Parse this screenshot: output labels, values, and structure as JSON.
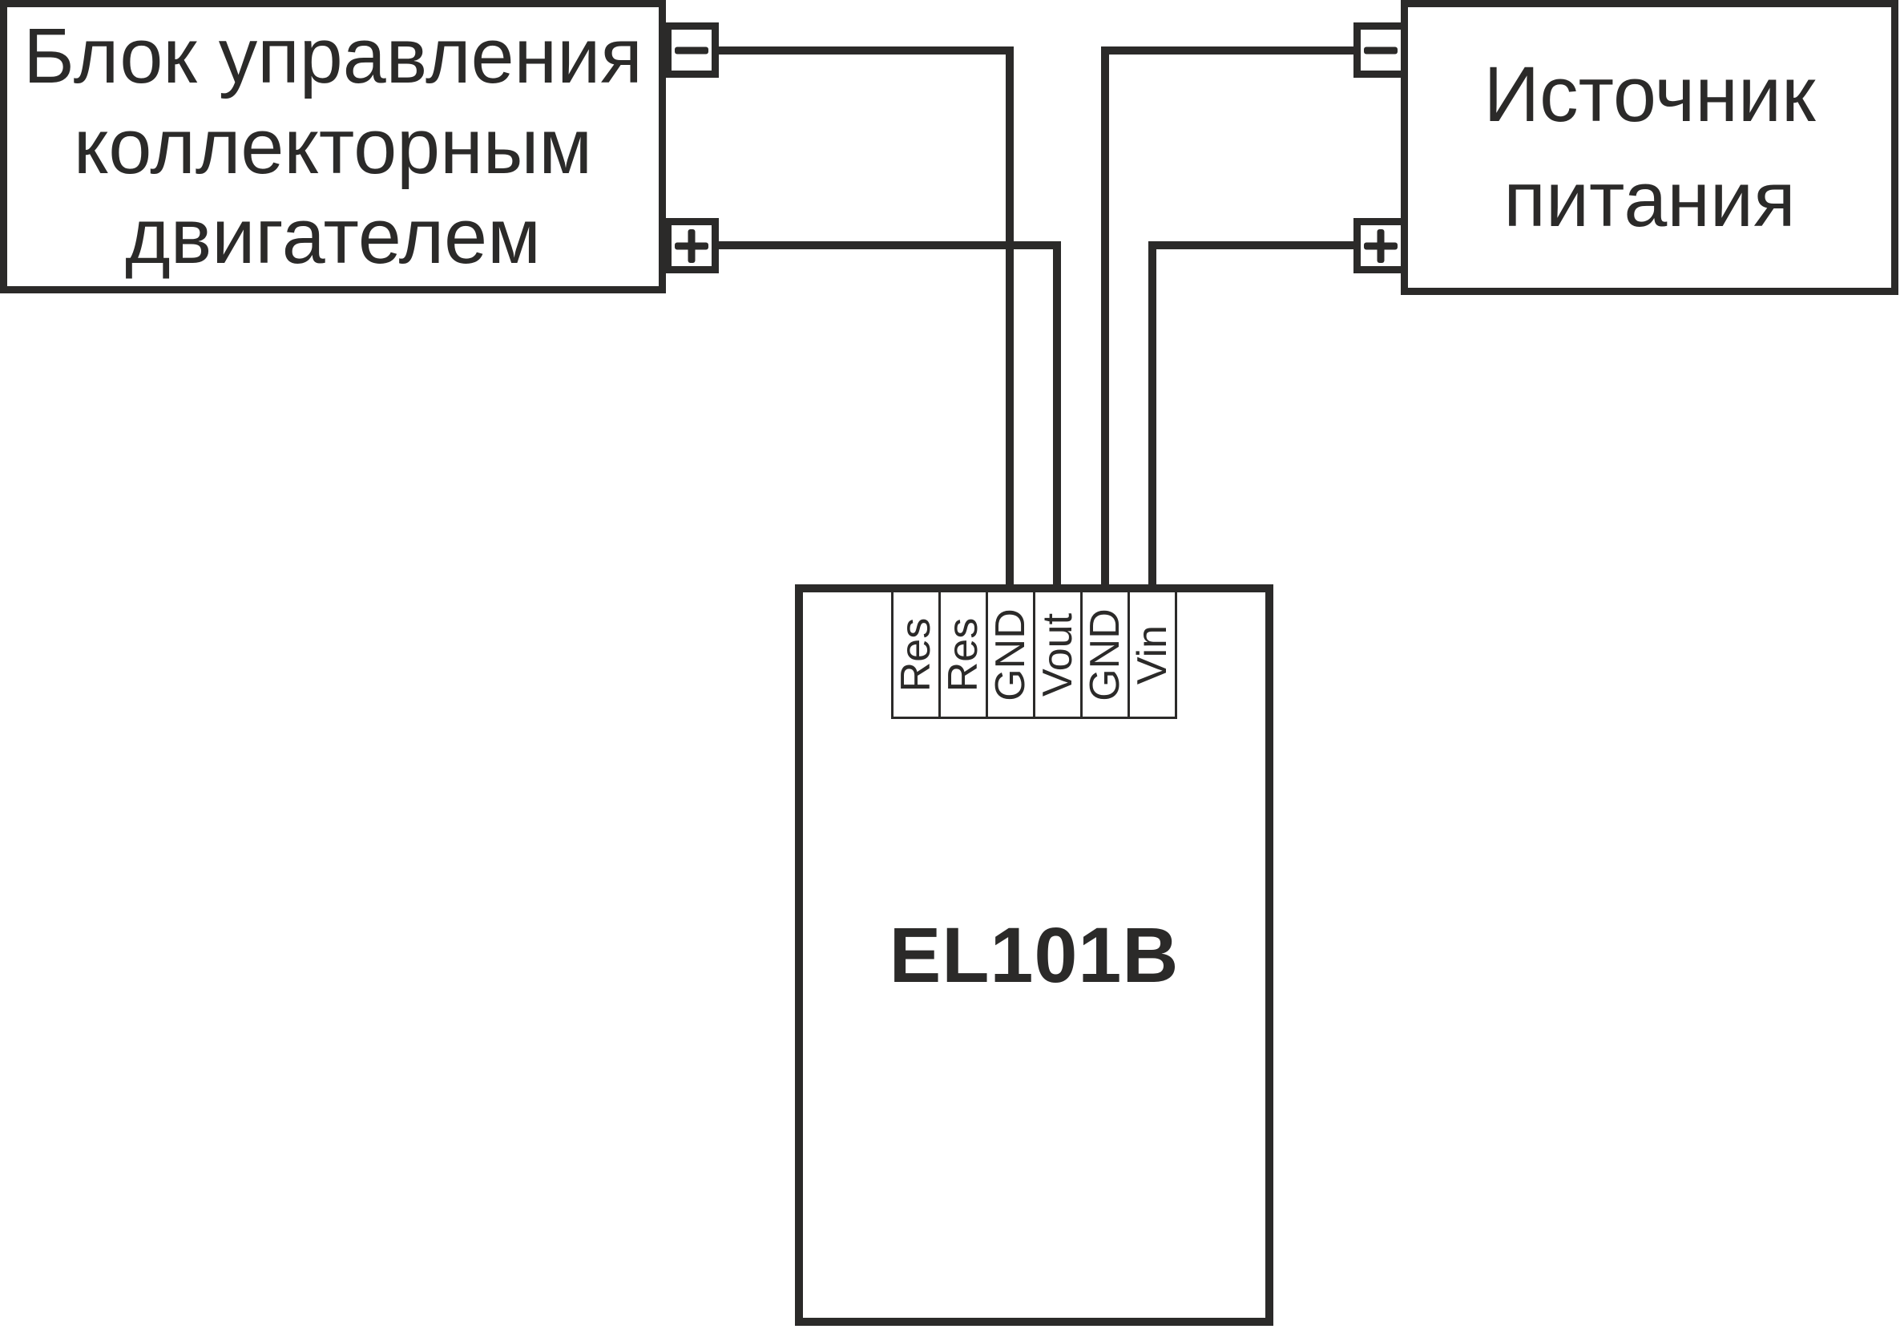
{
  "diagram": {
    "background": "#ffffff",
    "line_color": "#2b2a29",
    "type": "wiring-schematic"
  },
  "controller_block": {
    "name": "Блок управления коллекторным двигателем",
    "lines": [
      "Блок управления",
      "коллекторным",
      "двигателем"
    ],
    "terminals": [
      {
        "polarity": "minus",
        "sign": "−"
      },
      {
        "polarity": "plus",
        "sign": "+"
      }
    ]
  },
  "power_block": {
    "name": "Источник питания",
    "lines": [
      "Источник",
      "питания"
    ],
    "terminals": [
      {
        "polarity": "minus",
        "sign": "−"
      },
      {
        "polarity": "plus",
        "sign": "+"
      }
    ]
  },
  "device_block": {
    "label": "EL101B",
    "pins": [
      "Res",
      "Res",
      "GND",
      "Vout",
      "GND",
      "Vin"
    ]
  },
  "connections": [
    {
      "from": "Блок управления −",
      "to": "EL101B GND"
    },
    {
      "from": "Блок управления +",
      "to": "EL101B Vout"
    },
    {
      "from": "Источник питания −",
      "to": "EL101B GND"
    },
    {
      "from": "Источник питания +",
      "to": "EL101B Vin"
    }
  ]
}
